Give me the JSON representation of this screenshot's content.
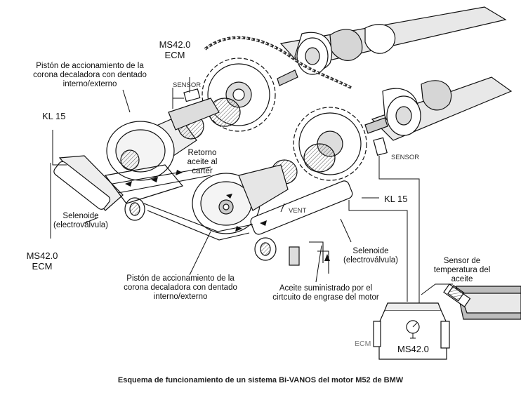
{
  "labels": {
    "ms420_ecm_top_line1": "MS42.0",
    "ms420_ecm_top_line2": "ECM",
    "sensor_top": "SENSOR",
    "sensor_right": "SENSOR",
    "piston_top_line1": "Pistón de accionamiento de la",
    "piston_top_line2": "corona decaladora con dentado",
    "piston_top_line3": "interno/externo",
    "kl15_left": "KL 15",
    "kl15_right": "KL 15",
    "retorno_line1": "Retorno",
    "retorno_line2": "aceite al",
    "retorno_line3": "carter",
    "solenoid_left_line1": "Selenoide",
    "solenoid_left_line2": "(electroválvula)",
    "ms420_ecm_left_line1": "MS42.0",
    "ms420_ecm_left_line2": "ECM",
    "vent": "VENT",
    "solenoid_right_line1": "Selenoide",
    "solenoid_right_line2": "(electroválvula)",
    "temp_sensor_line1": "Sensor de",
    "temp_sensor_line2": "temperatura del",
    "temp_sensor_line3": "aceite",
    "piston_bottom_line1": "Pistón de accionamiento de la",
    "piston_bottom_line2": "corona decaladora con dentado",
    "piston_bottom_line3": "interno/externo",
    "oil_supply_line1": "Aceite suministrado por el",
    "oil_supply_line2": "cirtcuito de engrase del motor",
    "ecm_unit_side": "ECM",
    "ecm_unit_name": "MS42.0"
  },
  "caption": "Esquema de funcionamiento de un sistema Bi-VANOS del motor M52 de BMW",
  "colors": {
    "line": "#111111",
    "fill": "#ffffff",
    "shade": "#cfcfcf",
    "wall": "#9a9a9a"
  },
  "icons": [
    "camshaft-icon",
    "sprocket-icon",
    "chain-icon",
    "solenoid-icon",
    "gauge-icon",
    "sensor-icon"
  ]
}
